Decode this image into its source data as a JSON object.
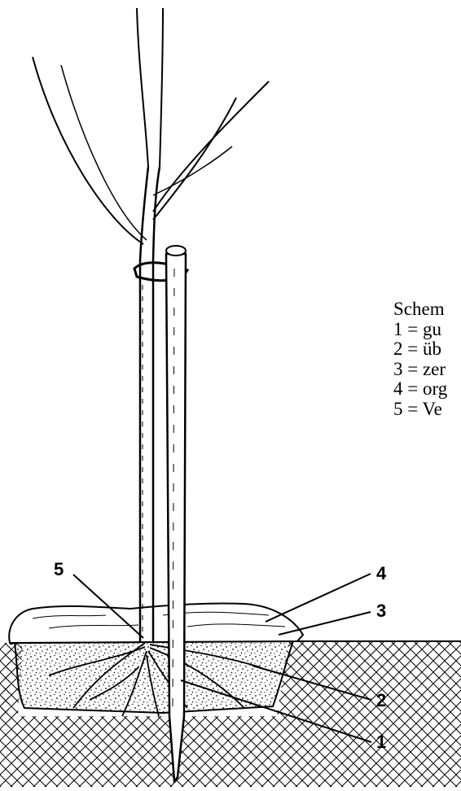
{
  "legend": {
    "lines": [
      "Schem",
      "1 = gu",
      "2 = üb",
      "3 = zer",
      "4 = org",
      "5 = Ve"
    ]
  },
  "callouts": {
    "label_1": "1",
    "label_2": "2",
    "label_3": "3",
    "label_4": "4",
    "label_5": "5"
  }
}
